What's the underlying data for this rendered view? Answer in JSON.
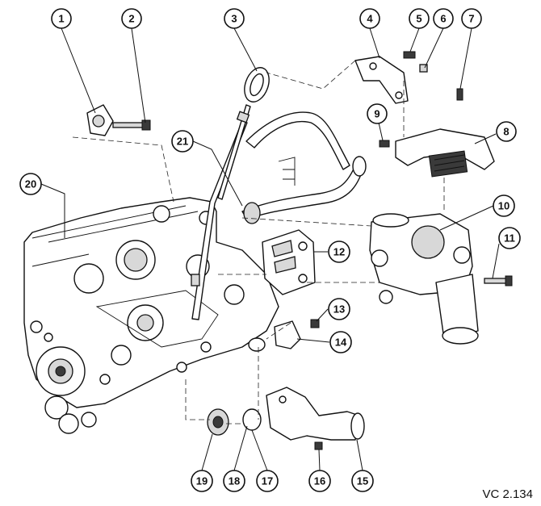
{
  "reference_code": "VC 2.134",
  "callouts": [
    "1",
    "2",
    "3",
    "4",
    "5",
    "6",
    "7",
    "8",
    "9",
    "10",
    "11",
    "12",
    "13",
    "14",
    "15",
    "16",
    "17",
    "18",
    "19",
    "20",
    "21"
  ]
}
